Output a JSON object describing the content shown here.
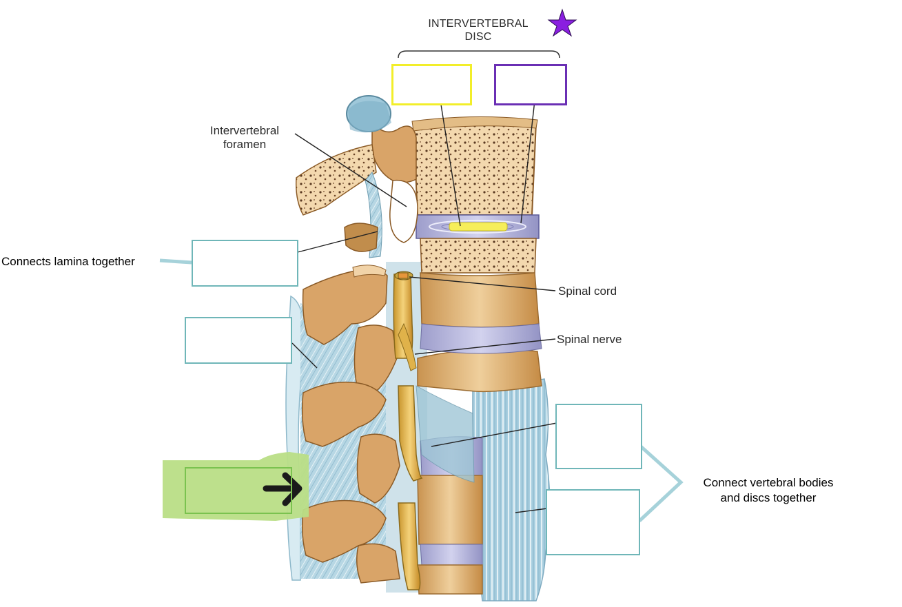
{
  "labels": {
    "disc_title_line1": "INTERVERTEBRAL",
    "disc_title_line2": "DISC",
    "foramen_line1": "Intervertebral",
    "foramen_line2": "foramen",
    "spinal_cord": "Spinal cord",
    "spinal_nerve": "Spinal nerve"
  },
  "notes": {
    "lamina": "Connects lamina together",
    "bodies_line1": "Connect vertebral bodies",
    "bodies_line2": "and discs together"
  },
  "answer_boxes": [
    {
      "id": "nucleus-pulposus-blank",
      "value": ""
    },
    {
      "id": "annulus-fibrosus-blank",
      "value": ""
    },
    {
      "id": "ligamentum-flavum-blank",
      "value": ""
    },
    {
      "id": "interspinous-ligament-blank",
      "value": ""
    },
    {
      "id": "supraspinous-ligament-blank",
      "value": ""
    },
    {
      "id": "posterior-longitudinal-ligament-blank",
      "value": ""
    },
    {
      "id": "anterior-longitudinal-ligament-blank",
      "value": ""
    }
  ],
  "colors": {
    "bone": "#d9a86a",
    "bone_shade": "#b9833f",
    "bone_light": "#f1d3a8",
    "ligament": "#a9cfe0",
    "disc": "#b8b8dc",
    "nerve": "#e2b64c",
    "teal_box": "#6fb6b8",
    "yellow_box": "#f2ee2a",
    "purple_box": "#6a2fb4",
    "star": "#8a1fe0",
    "highlight": "#a6d86a"
  },
  "icons": [
    "star-icon",
    "arrow-right-icon"
  ]
}
